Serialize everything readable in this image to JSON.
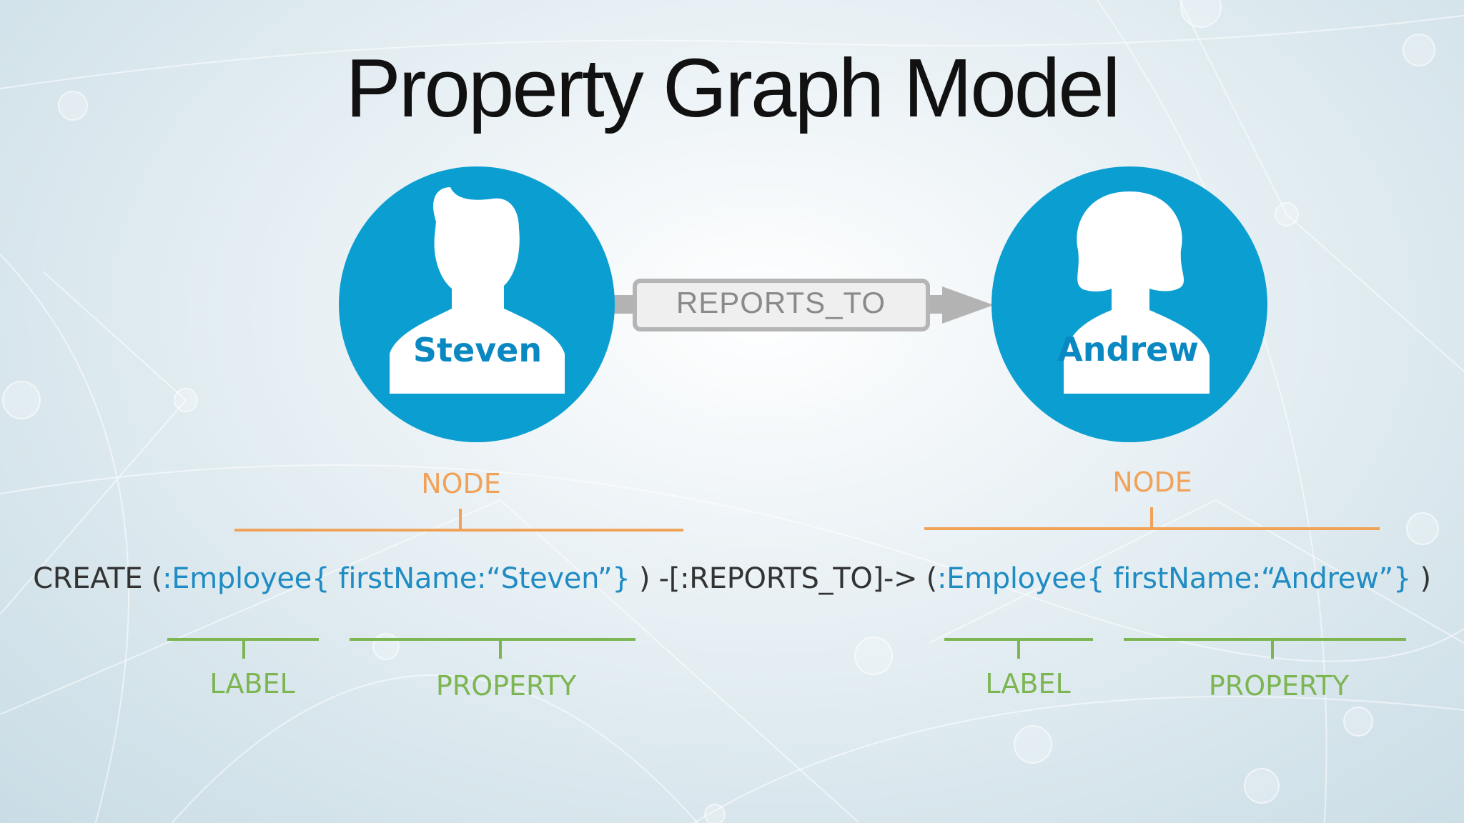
{
  "slide": {
    "title": "Property Graph Model"
  },
  "nodes": {
    "steven": {
      "name": "Steven"
    },
    "andrew": {
      "name": "Andrew"
    }
  },
  "relationship": {
    "label": "REPORTS_TO"
  },
  "annotations": {
    "node_left": "NODE",
    "node_right": "NODE",
    "label_left": "LABEL",
    "property_left": "PROPERTY",
    "label_right": "LABEL",
    "property_right": "PROPERTY"
  },
  "code": {
    "keyword": "CREATE",
    "open_paren_1": "(",
    "node1_label": ":Employee",
    "node1_property": "{ firstName:“Steven”}",
    "rel": " ) -[:REPORTS_TO]-> (",
    "node2_label": ":Employee",
    "node2_property": "{ firstName:“Andrew”}",
    "close_paren_2": " )"
  },
  "colors": {
    "node_fill": "#0b9ed1",
    "node_text": "#0a88c2",
    "node_annotation": "#f0a259",
    "label_property_annotation": "#7cb552",
    "code_highlight": "#1f8cc3",
    "relationship_box": "#b8b8b8",
    "relationship_text": "#8a8a8a"
  },
  "icons": {
    "person_male": "person-silhouette-male-icon",
    "person_female": "person-silhouette-female-icon",
    "arrow": "relationship-arrow-icon"
  }
}
